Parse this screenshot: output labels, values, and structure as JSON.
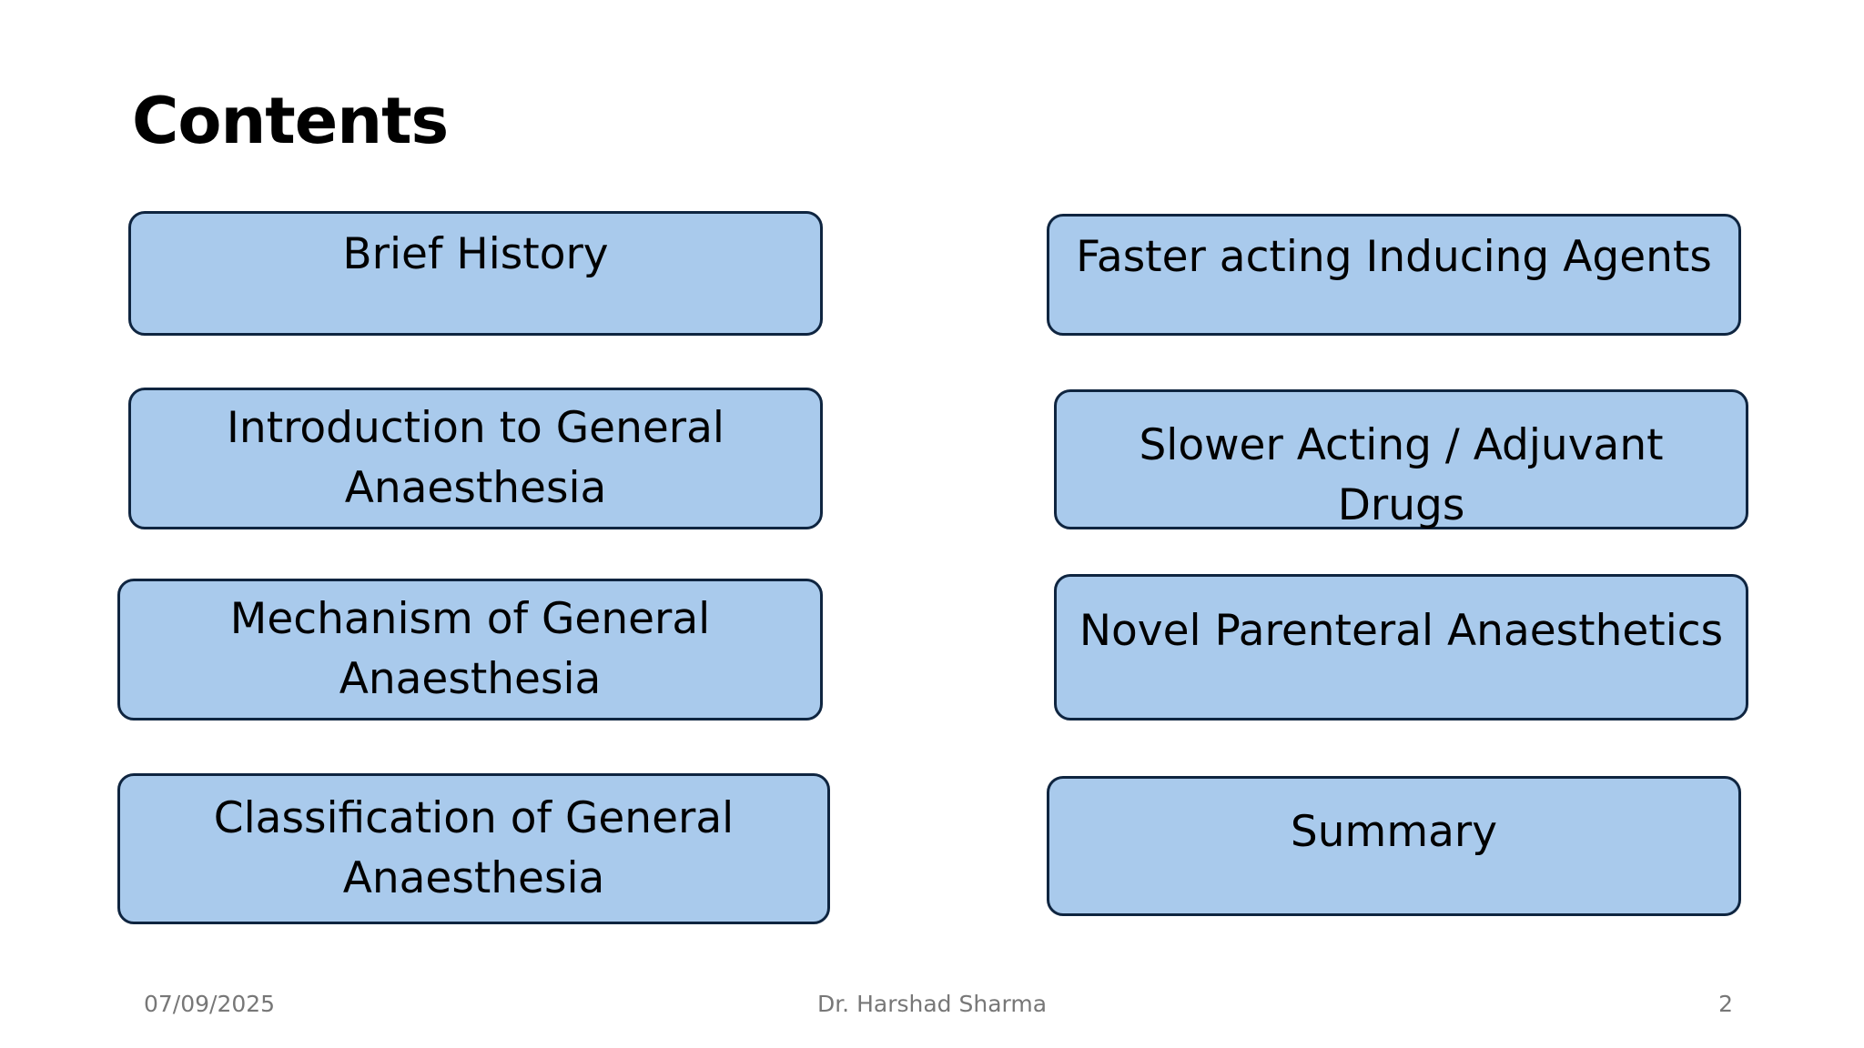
{
  "slide": {
    "title": "Contents",
    "items": [
      {
        "label": "Brief History"
      },
      {
        "label": "Introduction to General Anaesthesia"
      },
      {
        "label": "Mechanism of General Anaesthesia"
      },
      {
        "label": "Classification of General Anaesthesia"
      },
      {
        "label": "Faster acting Inducing Agents"
      },
      {
        "label": "Slower Acting / Adjuvant Drugs"
      },
      {
        "label": "Novel Parenteral Anaesthetics"
      },
      {
        "label": "Summary"
      }
    ]
  },
  "footer": {
    "date": "07/09/2025",
    "author": "Dr. Harshad Sharma",
    "page_number": "2"
  },
  "colors": {
    "box_fill": "#a9caec",
    "box_border": "#0f2540",
    "footer_text": "#777777"
  }
}
